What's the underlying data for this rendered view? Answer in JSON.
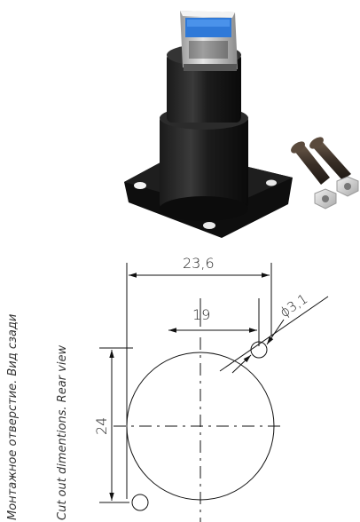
{
  "captions": {
    "russian": "Монтажное отверстие. Вид сзади",
    "english": "Cut out dimentions. Rear view"
  },
  "dimensions": {
    "overall_width": "23,6",
    "hole_spacing": "19",
    "mounting_hole_diameter": "ϕ3,1",
    "cutout_height": "24"
  },
  "photo": {
    "subject": "usb-3-panel-mount-connector",
    "accessories": [
      "screws",
      "nuts"
    ],
    "colors": {
      "body": "#121212",
      "usb_insert": "#2f79d8",
      "metal_shell": "#c8c8c8"
    }
  }
}
